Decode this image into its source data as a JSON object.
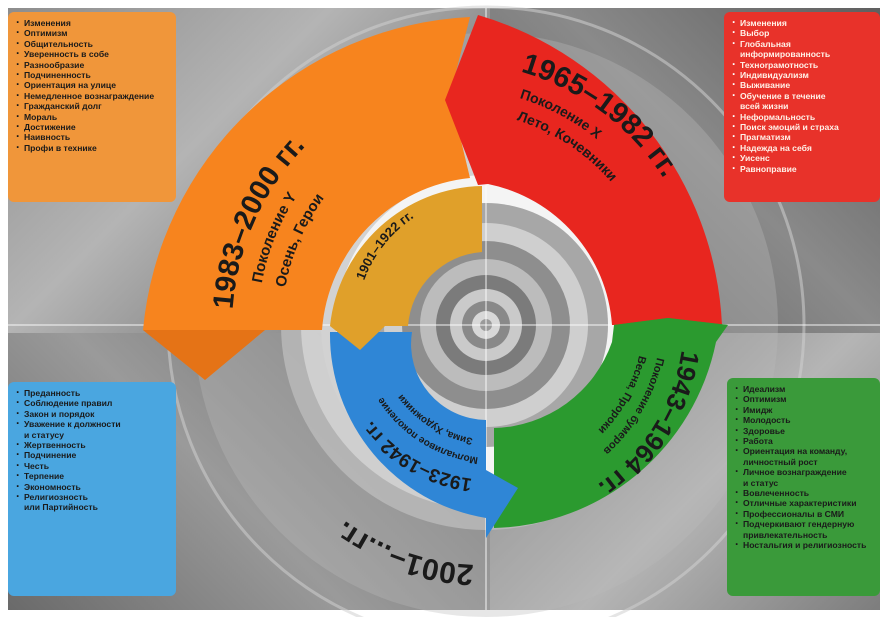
{
  "segments": {
    "orange": {
      "years": "1983–2000 гг.",
      "line1": "Поколение Y",
      "line2": "Осень, Герои"
    },
    "red": {
      "years": "1965–1982 гг.",
      "line1": "Поколение Х",
      "line2": "Лето, Кочевники"
    },
    "green": {
      "years": "1943–1964 гг.",
      "line1": "Поколение бумеров",
      "line2": "Весна, Пророки"
    },
    "blue": {
      "years": "1923–1942 гг.",
      "line1": "Молчаливое поколение",
      "line2": "Зима, Художники"
    },
    "inner": {
      "years": "1901–1922 гг."
    },
    "future": {
      "years": "2001–...гг."
    }
  },
  "boxes": {
    "tl": [
      "Изменения",
      "Оптимизм",
      "Общительность",
      "Уверенность в собе",
      "Разнообразие",
      "Подчиненность",
      "Ориентация на улице",
      "Немедленное вознаграждение",
      "Гражданский долг",
      "Мораль",
      "Достижение",
      "Наивность",
      "Профи в технике"
    ],
    "tr": [
      "Изменения",
      "Выбор",
      "Глобальная\nинформированность",
      "Техноrрамотность",
      "Индивидуализм",
      "Выживание",
      "Обучение в течение\nвсей жизни",
      "Неформальность",
      "Поиск эмоций и страха",
      "Прагматизм",
      "Надежда на себя",
      "Уисенс",
      "Равноправие"
    ],
    "bl": [
      "Преданность",
      "Соблюдение правил",
      "Закон и порядок",
      "Уважение к должности\nи статусу",
      "Жертвенность",
      "Подчинение",
      "Честь",
      "Терпение",
      "Экономность",
      "Религиозность\nили Партийность"
    ],
    "br": [
      "Идеализм",
      "Оптимизм",
      "Имидж",
      "Молодость",
      "Здоровье",
      "Работа",
      "Ориентация на команду,\nличностный рост",
      "Личное вознаграждение\nи статус",
      "Вовлеченность",
      "Отличные характеристики",
      "Профессионалы в СМИ",
      "Подчеркивают гендерную\nпривлекательность",
      "Ностальгия и религиозность"
    ]
  },
  "colors": {
    "orange": "#f7841e",
    "red": "#e8261f",
    "green": "#2b9a2f",
    "blue": "#2f86d6",
    "inner": "#e0a02a"
  }
}
